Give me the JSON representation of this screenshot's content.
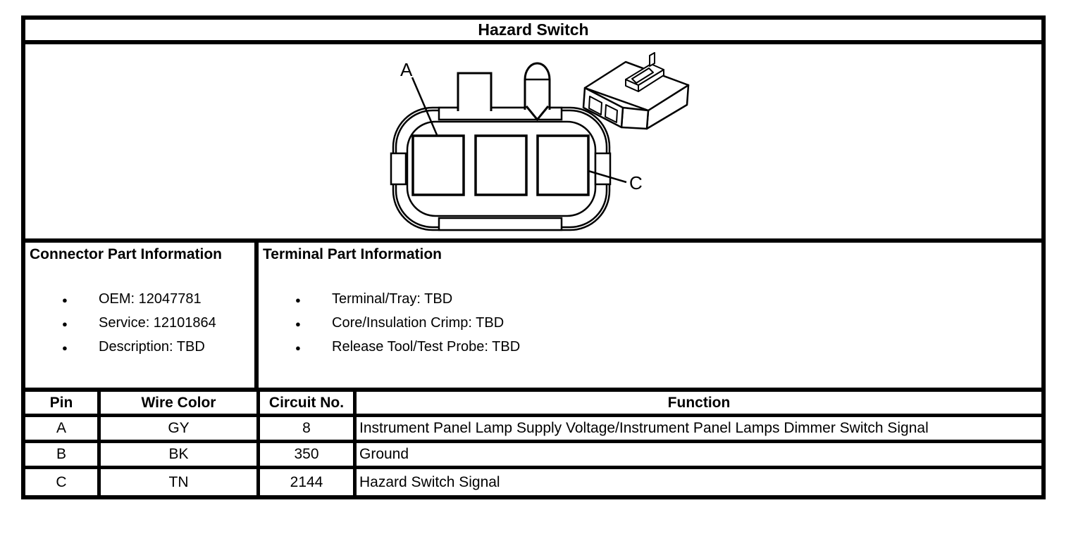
{
  "title": "Hazard Switch",
  "connector_info": {
    "header": "Connector Part Information",
    "items": [
      "OEM: 12047781",
      "Service: 12101864",
      "Description: TBD"
    ]
  },
  "terminal_info": {
    "header": "Terminal Part Information",
    "items": [
      "Terminal/Tray: TBD",
      "Core/Insulation Crimp: TBD",
      "Release Tool/Test Probe: TBD"
    ]
  },
  "pin_table": {
    "headers": [
      "Pin",
      "Wire Color",
      "Circuit No.",
      "Function"
    ],
    "rows": [
      {
        "pin": "A",
        "wire_color": "GY",
        "circuit_no": "8",
        "function": "Instrument Panel Lamp Supply Voltage/Instrument Panel Lamps Dimmer Switch Signal"
      },
      {
        "pin": "B",
        "wire_color": "BK",
        "circuit_no": "350",
        "function": "Ground"
      },
      {
        "pin": "C",
        "wire_color": "TN",
        "circuit_no": "2144",
        "function": "Hazard Switch Signal"
      }
    ]
  },
  "diagram": {
    "label_a": "A",
    "label_c": "C"
  },
  "colors": {
    "line": "#000000",
    "background": "#ffffff"
  }
}
